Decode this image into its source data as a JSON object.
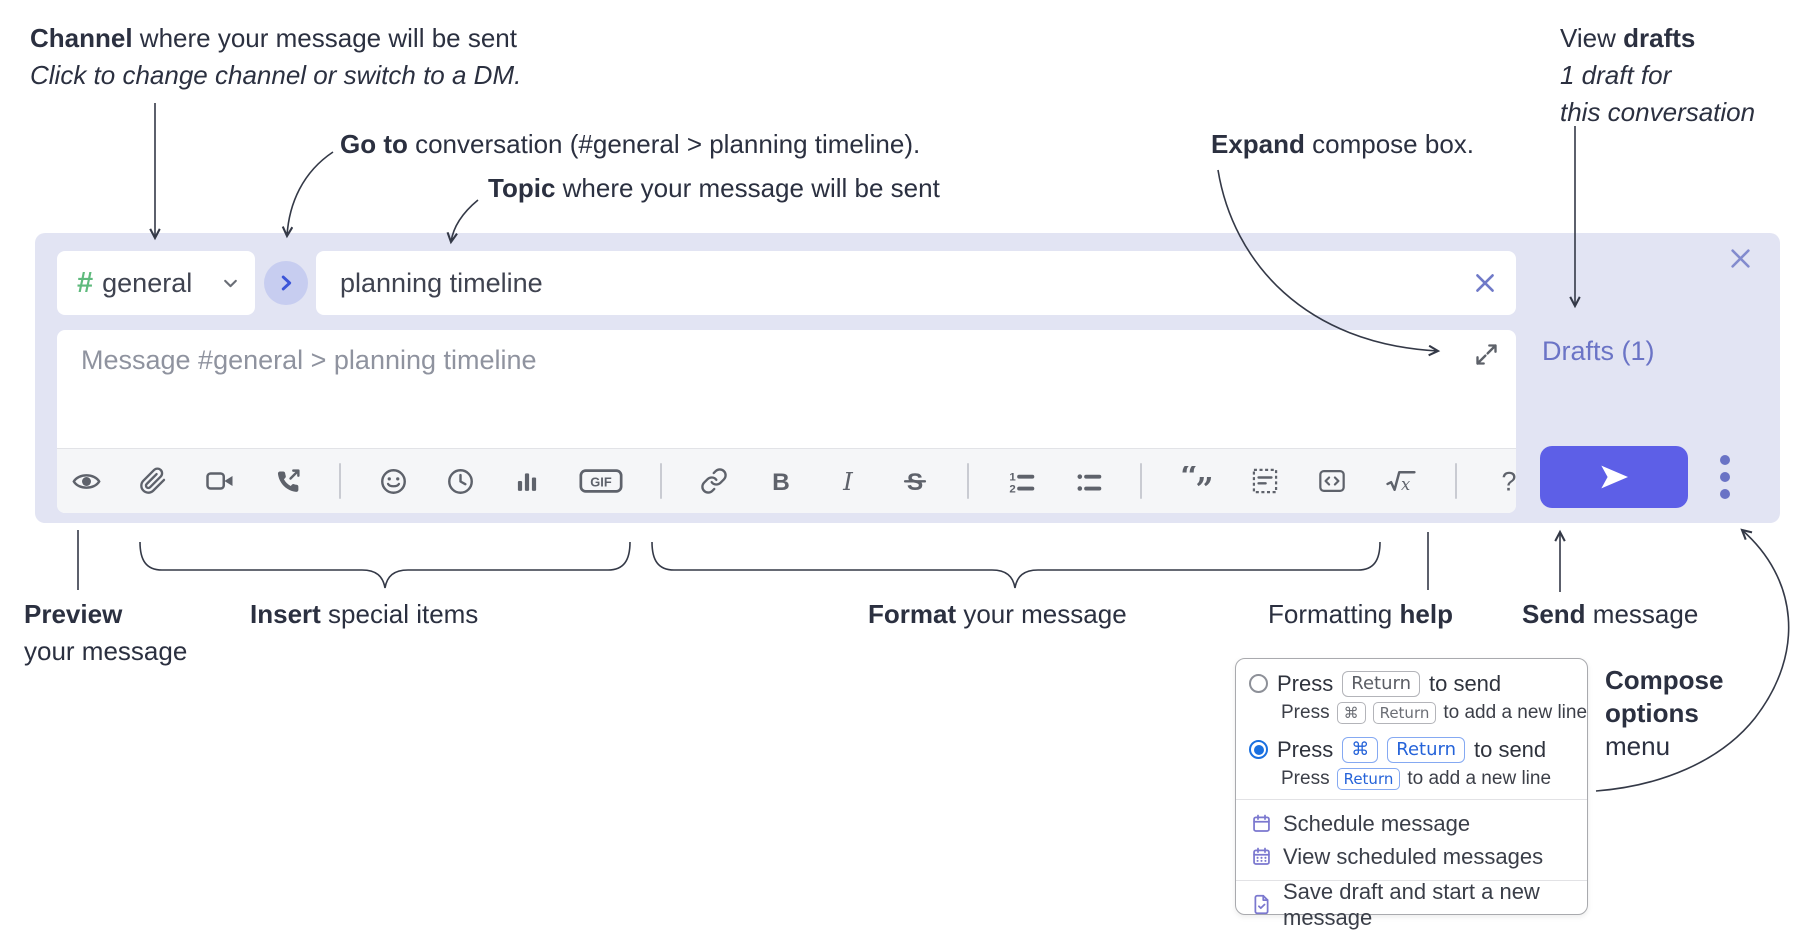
{
  "colors": {
    "accent_send": "#5d5fe7",
    "drafts_link": "#6b74c6",
    "hash_green": "#5fba7d",
    "key_blue": "#2563d9",
    "radio_blue": "#1a70e0",
    "composer_bg": "#e2e4f3",
    "icon_gray": "#5e626b",
    "annotation_text": "#2b3040",
    "menu_icon_purple": "#7b78cf"
  },
  "annotations": {
    "channel": {
      "bold": "Channel",
      "rest": " where your message will be sent",
      "sub": "Click to change channel or switch to a DM."
    },
    "goto": {
      "bold": "Go to",
      "rest": " conversation (#general > planning timeline)."
    },
    "topic": {
      "bold": "Topic",
      "rest": " where your message will be sent"
    },
    "expand": {
      "bold": "Expand",
      "rest": " compose box."
    },
    "drafts_note": {
      "pre": "View ",
      "bold": "drafts",
      "line2": "1 draft for",
      "line3": "this conversation"
    },
    "preview": {
      "bold": "Preview",
      "line2": "your message"
    },
    "insert": {
      "bold": "Insert",
      "rest": " special items"
    },
    "format": {
      "bold": "Format",
      "rest": " your message"
    },
    "help": {
      "pre": "Formatting ",
      "bold": "help"
    },
    "send": {
      "bold": "Send",
      "rest": " message"
    },
    "compose_options": {
      "line1": "Compose",
      "line2": "options",
      "line3": "menu"
    }
  },
  "composer": {
    "channel_hash": "#",
    "channel_name": "general",
    "topic_value": "planning timeline",
    "message_placeholder": "Message #general > planning timeline",
    "drafts_label": "Drafts (1)"
  },
  "toolbar": {
    "icons": [
      "preview-eye",
      "attach-paperclip",
      "video-camera",
      "start-call",
      "emoji",
      "recent-clock",
      "poll-chart",
      "gif",
      "insert-link",
      "bold",
      "italic",
      "strikethrough",
      "ordered-list",
      "bulleted-list",
      "quote",
      "code-block",
      "inline-code",
      "latex-math",
      "formatting-help"
    ],
    "glyphs": {
      "gif": "GIF",
      "bold": "B",
      "italic": "I",
      "strike": "S",
      "ol1": "1",
      "ol2": "2",
      "quote_open": "“",
      "quote_close": "„",
      "math_x": "x",
      "help": "?"
    }
  },
  "menu": {
    "opt1": {
      "press": "Press",
      "key1": "Return",
      "tail": "to send"
    },
    "opt1sub": {
      "press": "Press",
      "key1": "⌘",
      "key2": "Return",
      "tail": "to add a new line"
    },
    "opt2": {
      "press": "Press",
      "key1": "⌘",
      "key2": "Return",
      "tail": "to send"
    },
    "opt2sub": {
      "press": "Press",
      "key1": "Return",
      "tail": "to add a new line"
    },
    "items": [
      "Schedule message",
      "View scheduled messages",
      "Save draft and start a new message"
    ]
  }
}
